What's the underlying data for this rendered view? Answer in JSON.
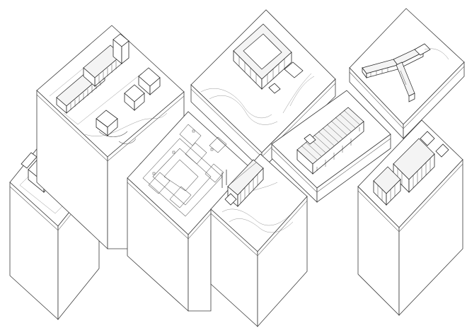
{
  "figure": {
    "description_style": "isometric line drawing",
    "colors": {
      "line": "#3b3b3b",
      "background": "#ffffff",
      "roof_tint": "#f4f4f4"
    }
  },
  "models": [
    {
      "id": "model-left-small",
      "label": ""
    },
    {
      "id": "model-top-left",
      "label": ""
    },
    {
      "id": "model-top-center",
      "label": ""
    },
    {
      "id": "model-top-right",
      "label": ""
    },
    {
      "id": "model-center",
      "label": ""
    },
    {
      "id": "model-center-lower",
      "label": ""
    },
    {
      "id": "model-right-middle",
      "label": ""
    },
    {
      "id": "model-right-lower",
      "label": ""
    }
  ]
}
